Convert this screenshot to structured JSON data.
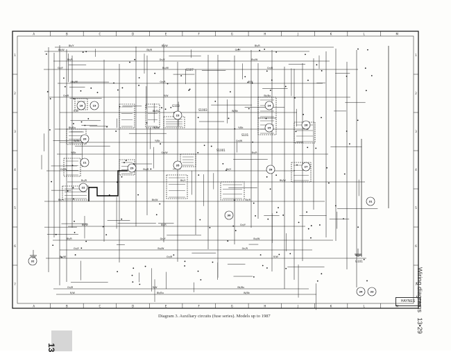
{
  "caption": "Diagram 3. Auxiliary circuits (fuse series). Models up to 1987",
  "side_title": {
    "text": "Wiring diagrams",
    "page_ref": "13•29"
  },
  "page_number": "13",
  "grid": {
    "columns": [
      "A",
      "B",
      "C",
      "D",
      "E",
      "F",
      "G",
      "H",
      "J",
      "K",
      "L",
      "M"
    ],
    "rows": [
      "1",
      "2",
      "3",
      "4",
      "5",
      "6",
      "7"
    ]
  },
  "ground_labels": [
    "G107",
    "G103",
    "G101"
  ],
  "splice_labels": [
    "S1003",
    "S1001",
    "S101"
  ],
  "component_numbers": [
    "18",
    "19",
    "20",
    "21",
    "22",
    "23",
    "24",
    "25",
    "26",
    "27",
    "28",
    "29",
    "30",
    "31",
    "32",
    "33",
    "34",
    "35"
  ],
  "wire_codes": [
    "Bk/Y",
    "Bk/W",
    "Bk/R",
    "Gn/Y",
    "Bu/W",
    "Gn/R",
    "R/W",
    "Bk/Bu",
    "W/Bk",
    "Y/Bk",
    "Gn/W",
    "Bu/R"
  ],
  "logo_text": "HAYNES"
}
